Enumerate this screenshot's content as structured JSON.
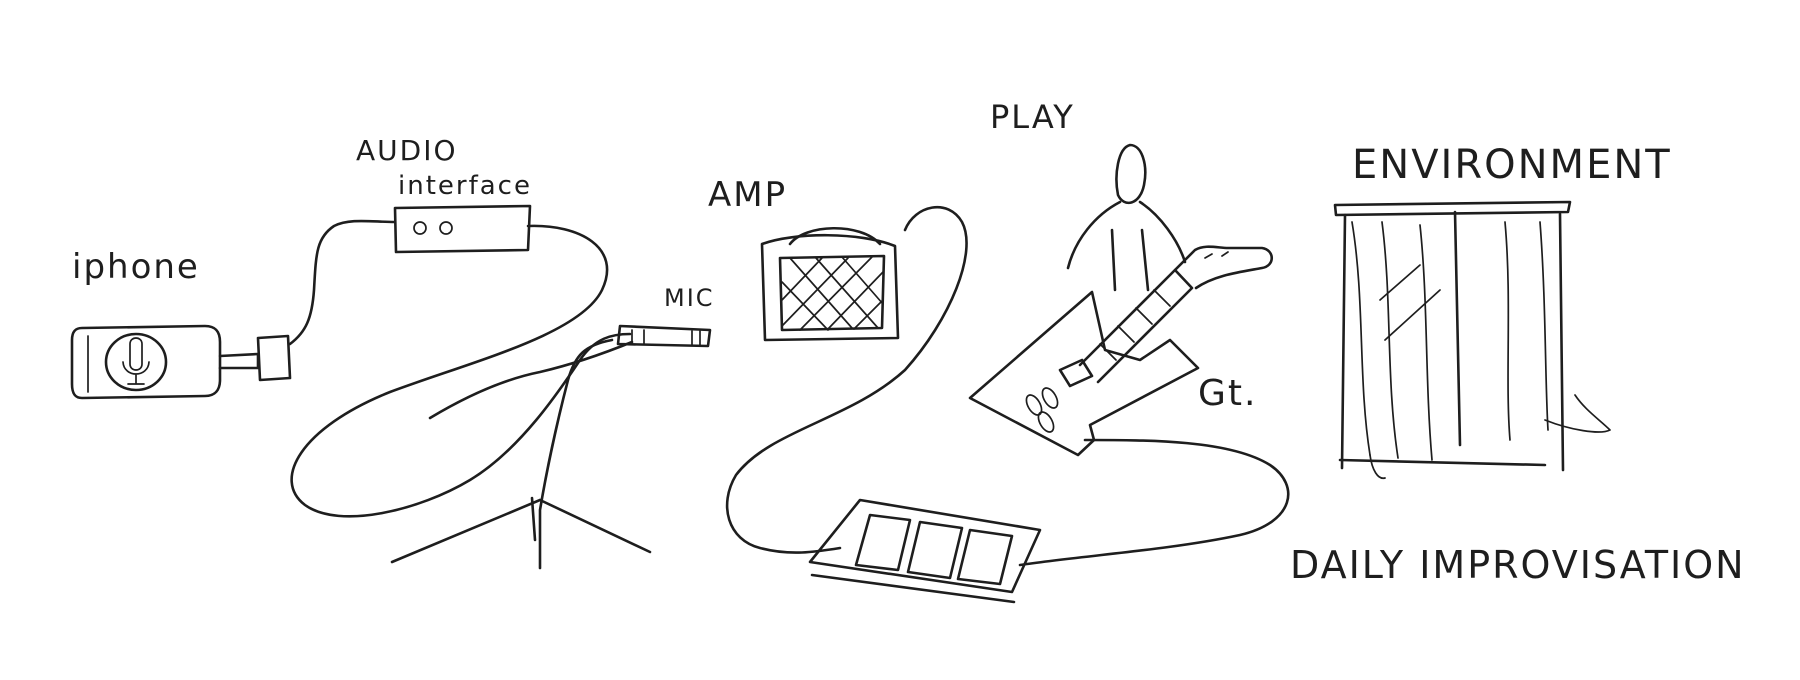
{
  "diagram": {
    "labels": {
      "iphone": "iphone",
      "audio_interface_line1": "AUDIO",
      "audio_interface_line2": "interface",
      "amp": "AMP",
      "mic": "MIC",
      "play": "PLAY",
      "gt": "Gt.",
      "environment": "ENVIRONMENT",
      "daily_improvisation": "DAILY IMPROVISATION"
    },
    "icons": {
      "phone": "phone-with-mic-icon",
      "interface": "audio-interface-box-icon",
      "amp": "amp-cabinet-icon",
      "mic": "microphone-on-stand-icon",
      "player": "stick-figure-icon",
      "guitar": "explorer-guitar-icon",
      "pedalboard": "effects-pedalboard-icon",
      "environment": "curtained-window-icon"
    },
    "colors": {
      "ink": "#1e1e1e",
      "paper": "#ffffff"
    }
  }
}
